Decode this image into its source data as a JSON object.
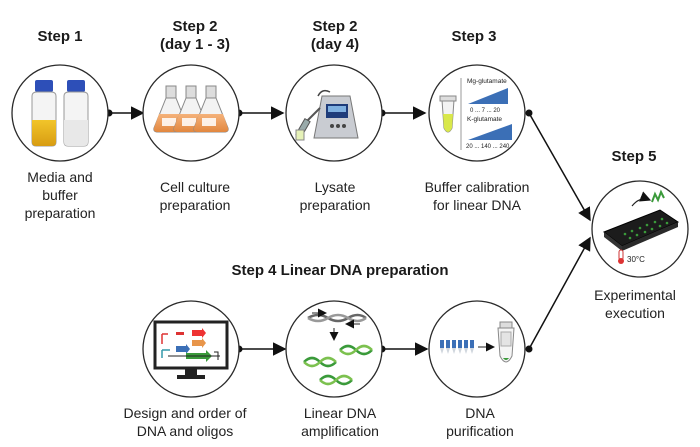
{
  "steps": {
    "s1": {
      "title": "Step 1",
      "caption": [
        "Media and",
        "buffer",
        "preparation"
      ]
    },
    "s2a": {
      "title": [
        "Step 2",
        "(day 1 - 3)"
      ],
      "caption": [
        "Cell culture",
        "preparation"
      ]
    },
    "s2b": {
      "title": [
        "Step 2",
        "(day 4)"
      ],
      "caption": [
        "Lysate",
        "preparation"
      ]
    },
    "s3": {
      "title": "Step 3",
      "caption": [
        "Buffer calibration",
        "for linear DNA"
      ],
      "inset": {
        "mg_label": "Mg-glutamate",
        "mg_scale": "0 ... 7 ... 20",
        "k_label": "K-glutamate",
        "k_scale": "20 ... 140 ... 240"
      }
    },
    "s5": {
      "title": "Step 5",
      "caption": [
        "Experimental",
        "execution"
      ],
      "temp": "30°C"
    }
  },
  "step4": {
    "title": "Step 4 Linear DNA preparation",
    "design": {
      "caption": [
        "Design and order of",
        "DNA and oligos"
      ]
    },
    "amplification": {
      "caption": [
        "Linear DNA",
        "amplification"
      ]
    },
    "purification": {
      "caption": [
        "DNA",
        "purification"
      ]
    }
  },
  "colors": {
    "arrow": "#111111",
    "circle_stroke": "#2a2a2a",
    "blue_ramp": "#3b6fb6",
    "green": "#3a9a3a",
    "orange": "#e8954a"
  },
  "icons": [
    "bottles-icon",
    "flasks-icon",
    "sonicator-icon",
    "tube-calibration-icon",
    "plate-reader-icon",
    "computer-design-icon",
    "pcr-dna-icon",
    "purification-icon",
    "thermometer-icon"
  ]
}
